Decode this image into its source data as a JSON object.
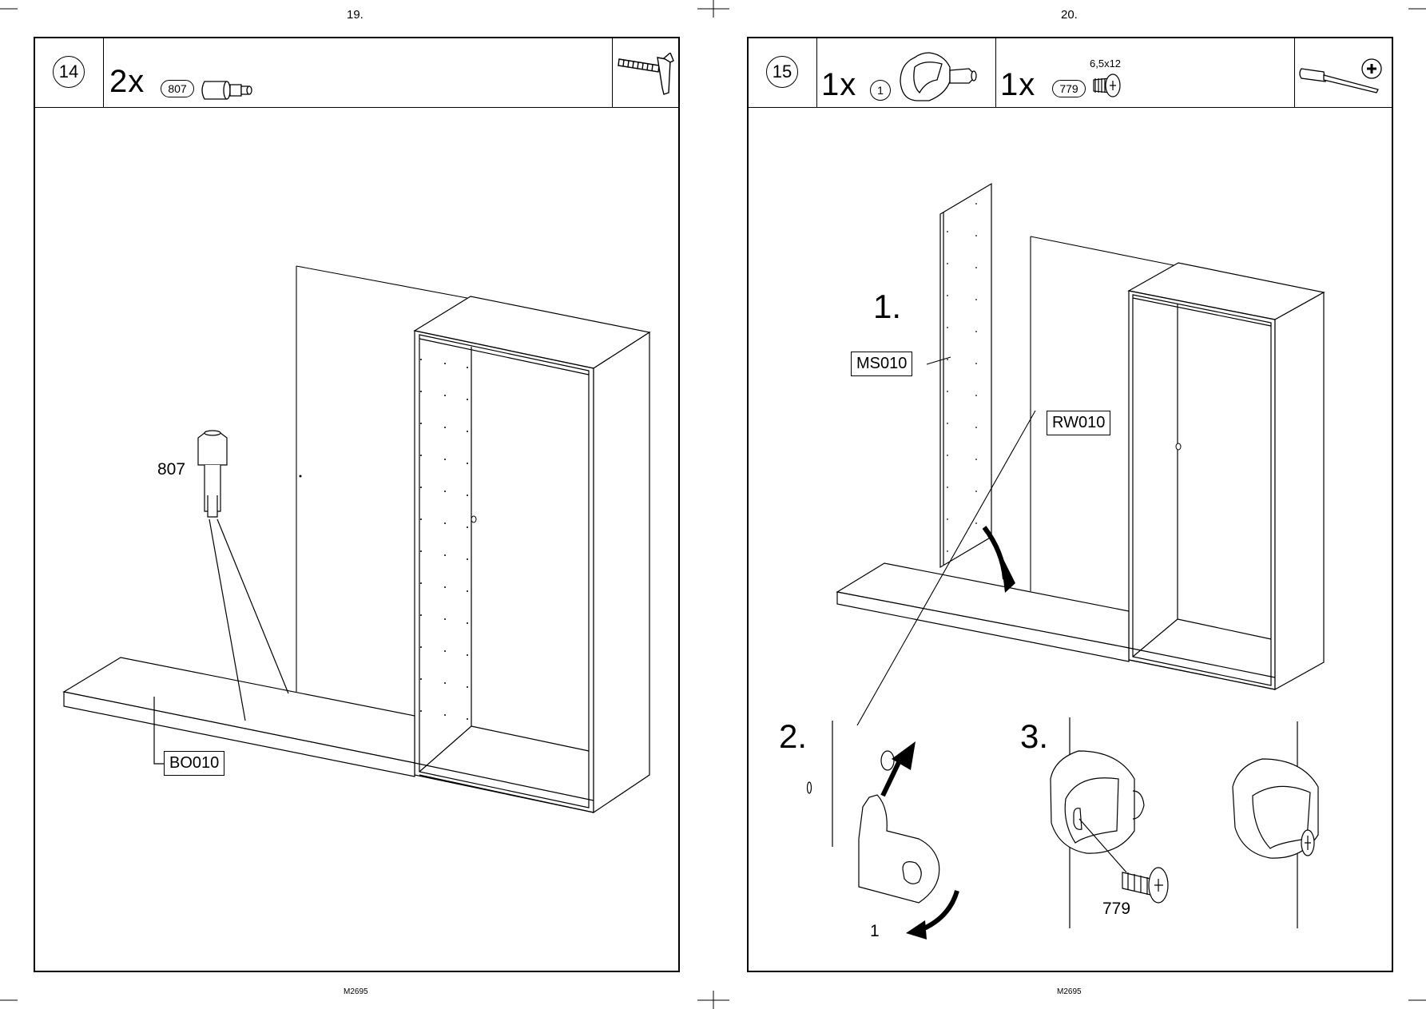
{
  "left_page": {
    "page_number": "19.",
    "footer": "M2695",
    "step": {
      "number": "14",
      "qty": "2x",
      "part_id": "807",
      "tool": "hammer-icon"
    },
    "callouts": {
      "part": "807",
      "board": "BO010"
    }
  },
  "right_page": {
    "page_number": "20.",
    "footer": "M2695",
    "step": {
      "number": "15",
      "qty1": "1x",
      "part1_id": "1",
      "qty2": "1x",
      "part2_id": "779",
      "screw_size": "6,5x12",
      "tool": "phillips-screwdriver-icon"
    },
    "callouts": {
      "sub1": "1.",
      "side_panel": "MS010",
      "back_panel": "RW010",
      "sub2": "2.",
      "sub3": "3.",
      "part1": "1",
      "screw": "779"
    }
  }
}
